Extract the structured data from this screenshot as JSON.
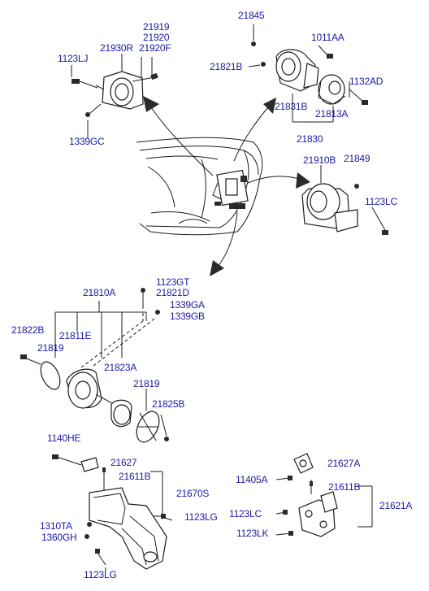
{
  "labels": {
    "l_21919": "21919",
    "l_21920": "21920",
    "l_21930R": "21930R",
    "l_21920F": "21920F",
    "l_1123LJ": "1123LJ",
    "l_1339GC": "1339GC",
    "l_21845": "21845",
    "l_1011AA": "1011AA",
    "l_21821B": "21821B",
    "l_1132AD": "1132AD",
    "l_21831B": "21831B",
    "l_21813A": "21813A",
    "l_21830": "21830",
    "l_21910B": "21910B",
    "l_21849": "21849",
    "l_1123LC_top": "1123LC",
    "l_1123GT": "1123GT",
    "l_21821D": "21821D",
    "l_21810A": "21810A",
    "l_1339GA": "1339GA",
    "l_1339GB": "1339GB",
    "l_21822B": "21822B",
    "l_21811E": "21811E",
    "l_21819a": "21819",
    "l_21823A": "21823A",
    "l_21819b": "21819",
    "l_21825B": "21825B",
    "l_1140HE": "1140HE",
    "l_21627": "21627",
    "l_21611B_left": "21611B",
    "l_21670S": "21670S",
    "l_1310TA": "1310TA",
    "l_1123LG_mid": "1123LG",
    "l_1360GH": "1360GH",
    "l_1123LG_bot": "1123LG",
    "l_21627A": "21627A",
    "l_11405A": "11405A",
    "l_21611B_right": "21611B",
    "l_21621A": "21621A",
    "l_1123LC_bot": "1123LC",
    "l_1123LK": "1123LK"
  },
  "colors": {
    "label": "#1a1aa8",
    "line": "#1c1c1c"
  }
}
